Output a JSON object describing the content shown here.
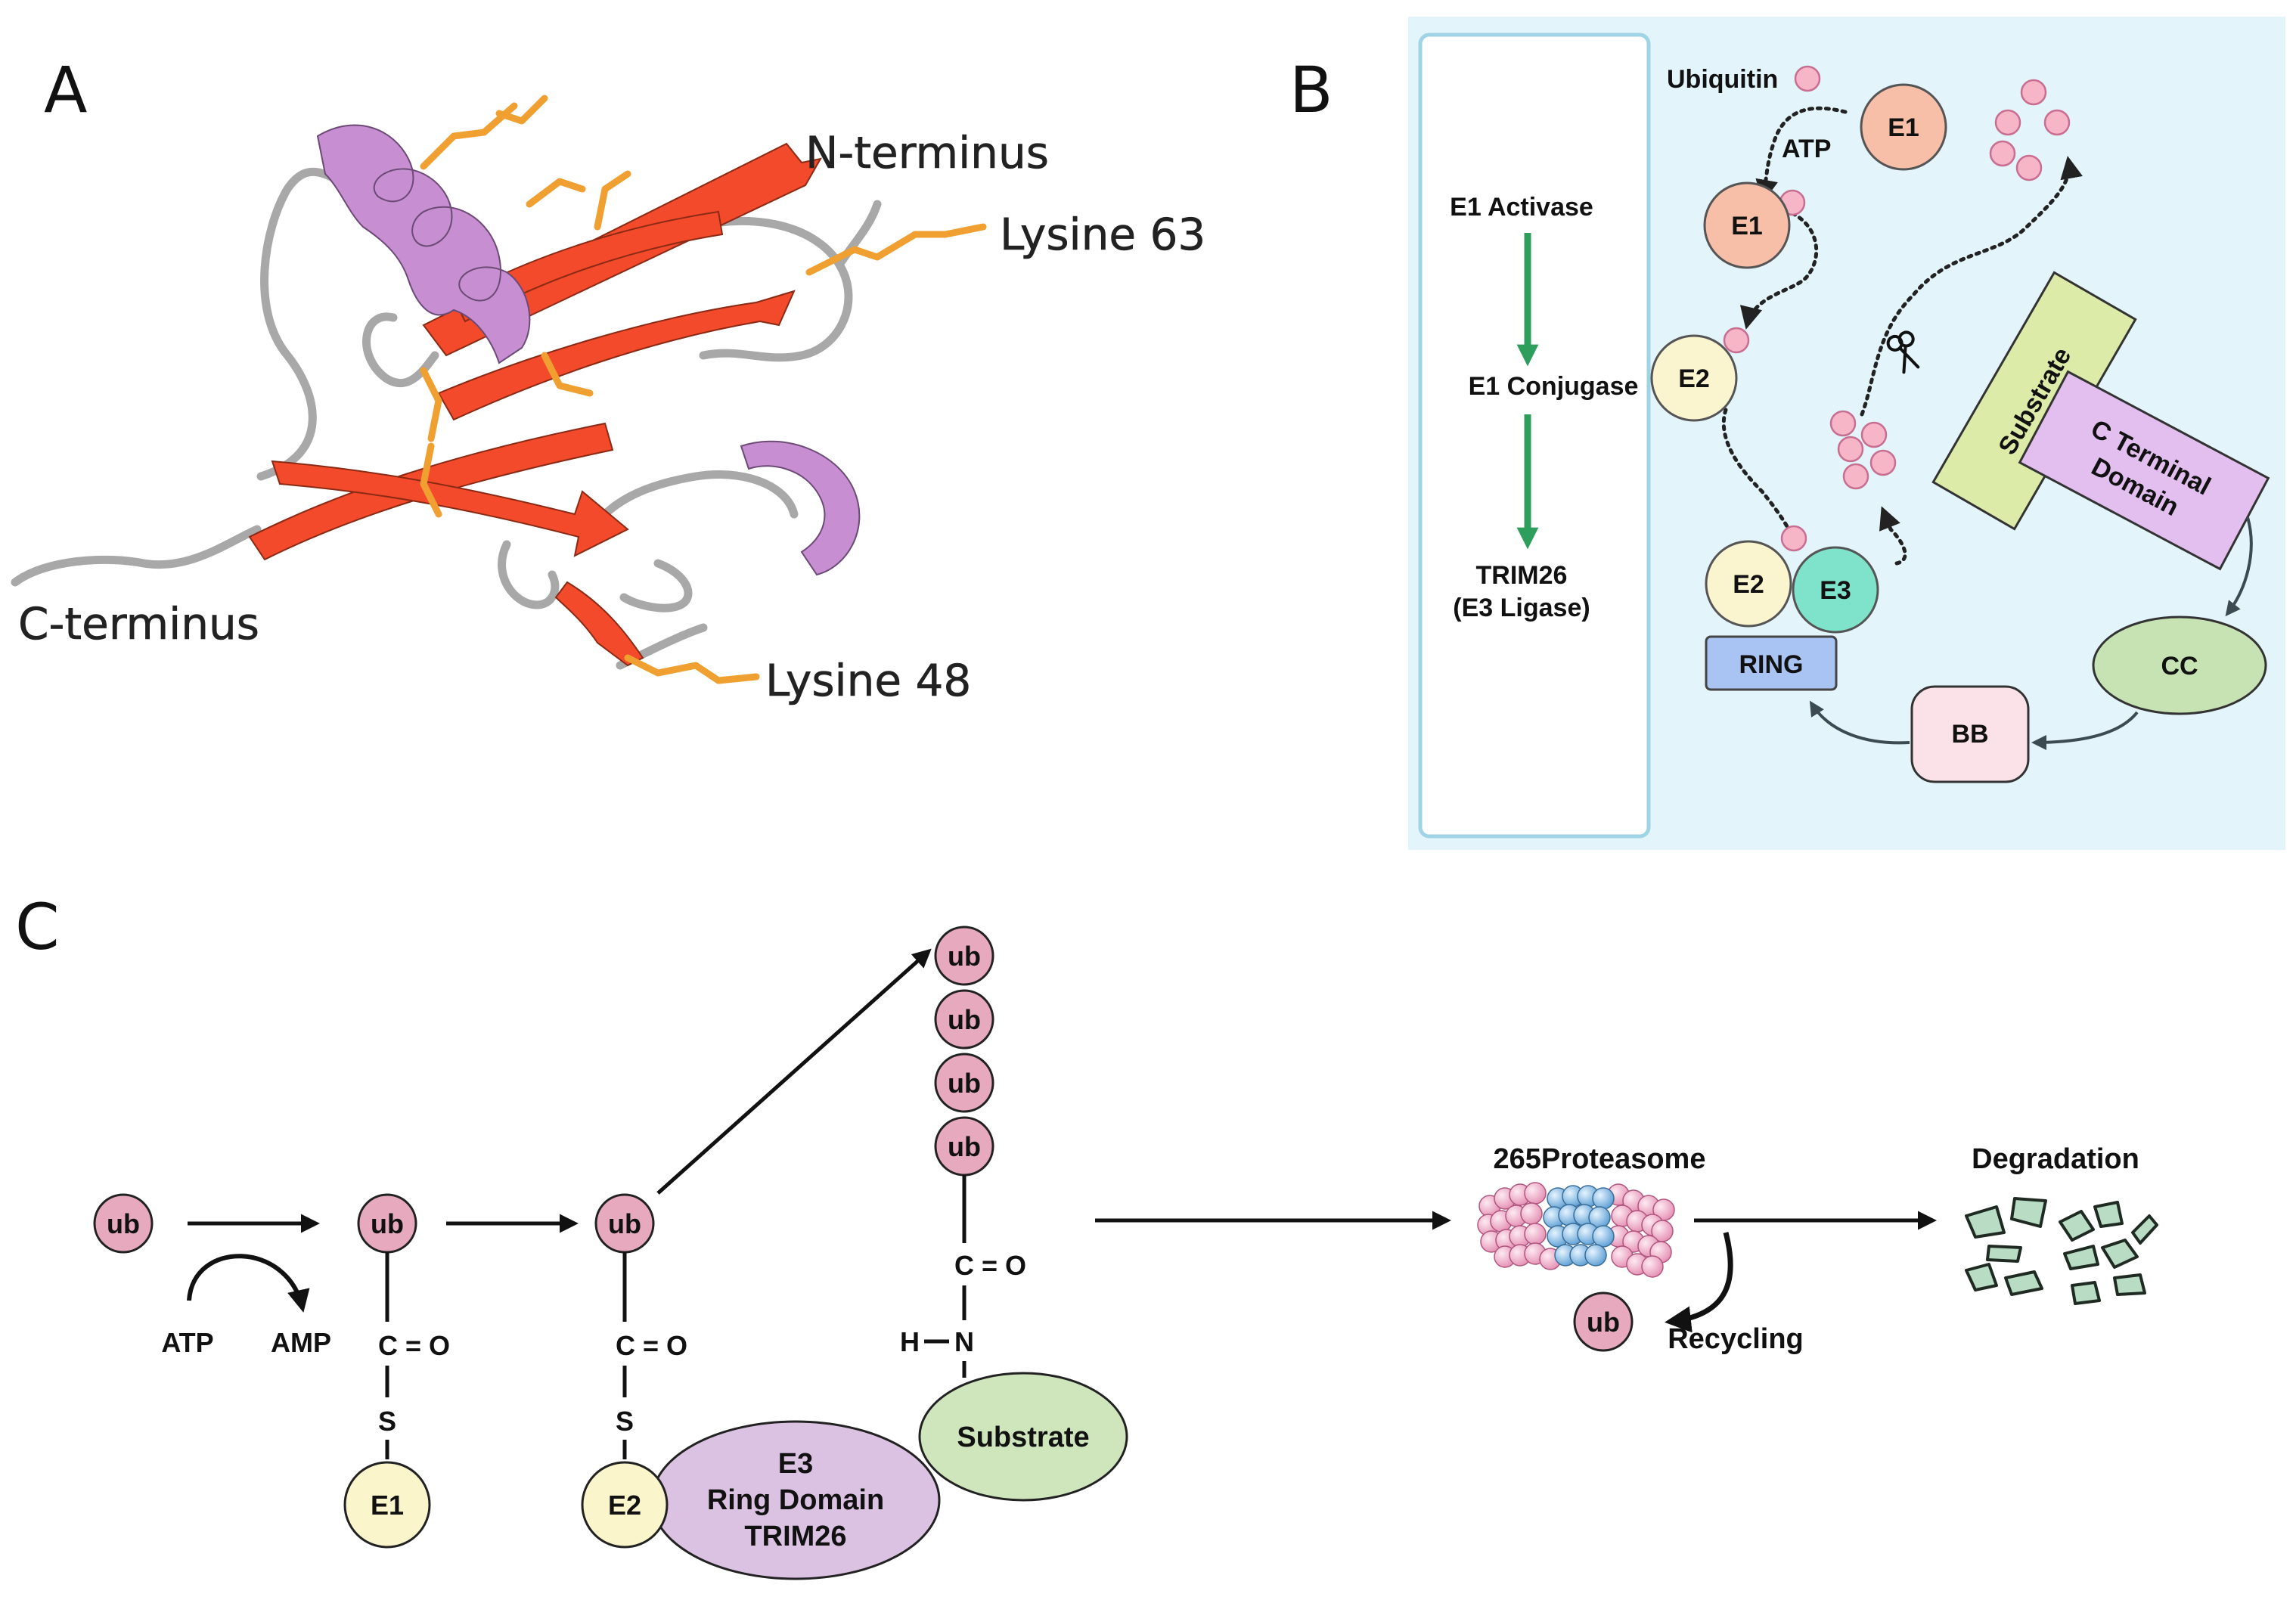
{
  "panels": {
    "a": {
      "letter": "A"
    },
    "b": {
      "letter": "B"
    },
    "c": {
      "letter": "C"
    }
  },
  "panel_a": {
    "labels": {
      "n_terminus": "N-terminus",
      "c_terminus": "C-terminus",
      "lysine_63": "Lysine 63",
      "lysine_48": "Lysine 48"
    },
    "colors": {
      "beta_strand": "#F24A2A",
      "helix": "#C78FD2",
      "loop": "#A8A8A8",
      "side_chain": "#F0A030"
    }
  },
  "panel_b": {
    "flow_steps": [
      "E1 Activase",
      "E1 Conjugase",
      "TRIM26",
      "(E3 Ligase)"
    ],
    "ubiquitin_label": "Ubiquitin",
    "atp_label": "ATP",
    "nodes": {
      "e1_top": "E1",
      "e1_mid": "E1",
      "e2_mid": "E2",
      "e2_bottom": "E2",
      "e3": "E3",
      "ring": "RING",
      "substrate": "Substrate",
      "c_terminal_line1": "C Terminal",
      "c_terminal_line2": "Domain",
      "cc": "CC",
      "bb": "BB"
    },
    "colors": {
      "background": "#E3F4FB",
      "ubiquitin": "#F6B6C8",
      "e1": "#F7BFA8",
      "e2": "#FBF5CF",
      "e3": "#7FE3CB",
      "ring": "#A9C3F2",
      "substrate": "#DDEBA8",
      "c_terminal": "#E2BFEF",
      "cc": "#C8E3B3",
      "bb": "#FBE1E8",
      "flow_arrow": "#2E9E5C"
    }
  },
  "panel_c": {
    "ub": "ub",
    "atp": "ATP",
    "amp": "AMP",
    "c_eq_o": "C = O",
    "s": "S",
    "h_n_h": "H",
    "h_n_n": "N",
    "e1": "E1",
    "e2": "E2",
    "e3_lines": [
      "E3",
      "Ring Domain",
      "TRIM26"
    ],
    "substrate": "Substrate",
    "proteasome": "265Proteasome",
    "degradation": "Degradation",
    "recycling": "Recycling",
    "colors": {
      "ub": "#E6A9BE",
      "e1_e2": "#FBF5CC",
      "e3": "#DCC2E2",
      "substrate": "#CFE6BD",
      "fragments": "#B9DDC4"
    }
  }
}
